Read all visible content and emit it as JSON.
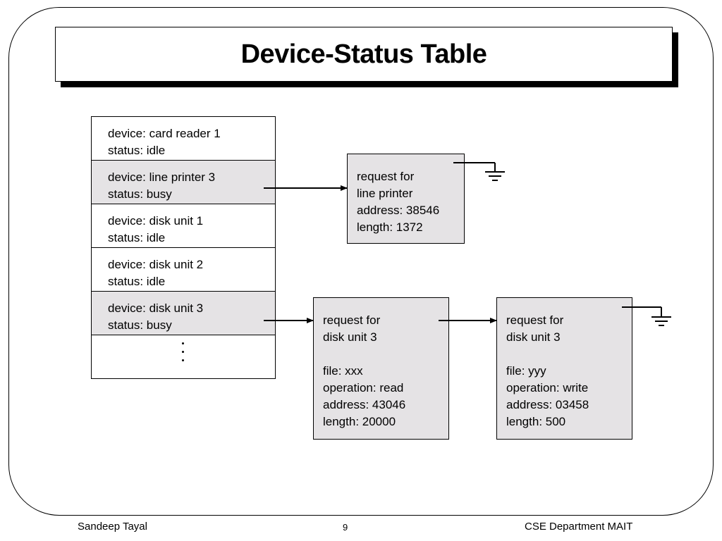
{
  "title": "Device-Status Table",
  "device_table": {
    "rows": [
      {
        "device": "device: card reader 1",
        "status": "status: idle"
      },
      {
        "device": "device: line printer 3",
        "status": "status: busy"
      },
      {
        "device": "device: disk unit 1",
        "status": "status: idle"
      },
      {
        "device": "device: disk unit 2",
        "status": "status: idle"
      },
      {
        "device": "device: disk unit 3",
        "status": "status: busy"
      }
    ]
  },
  "requests": {
    "printer": {
      "lines": [
        "request for",
        "line printer",
        "address: 38546",
        "length: 1372"
      ]
    },
    "disk_a": {
      "lines": [
        "request for",
        "disk unit 3",
        "",
        "file: xxx",
        "operation: read",
        "address: 43046",
        "length: 20000"
      ]
    },
    "disk_b": {
      "lines": [
        "request for",
        "disk unit 3",
        "",
        "file: yyy",
        "operation: write",
        "address: 03458",
        "length: 500"
      ]
    }
  },
  "colors": {
    "highlight_fill": "#e5e3e5",
    "stroke": "#000000"
  },
  "footer": {
    "author": "Sandeep Tayal",
    "page": "9",
    "department": "CSE Department MAIT"
  }
}
